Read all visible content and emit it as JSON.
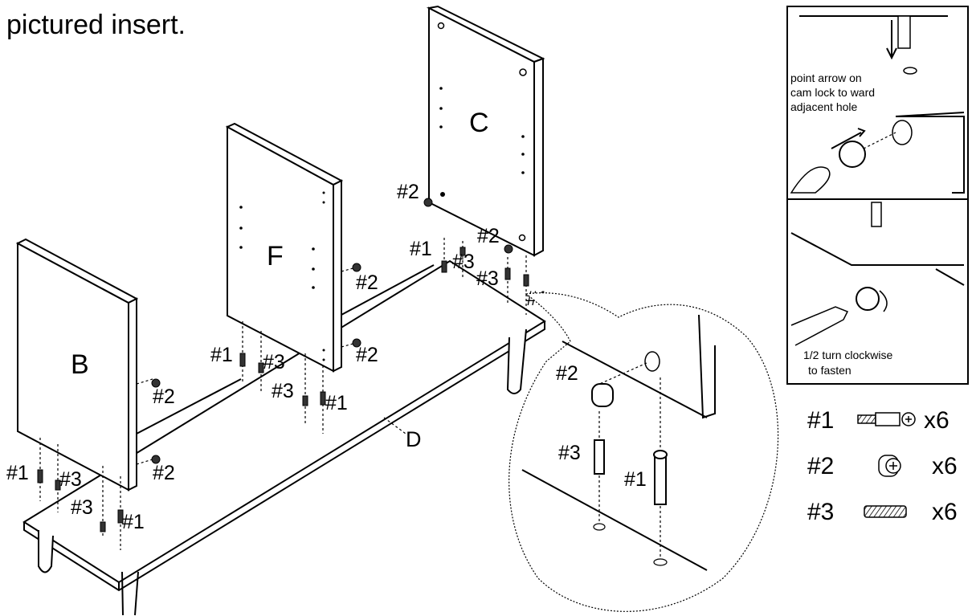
{
  "header": {
    "text": "pictured insert."
  },
  "panels": {
    "c": "C",
    "f": "F",
    "b": "B",
    "d": "D"
  },
  "callouts": {
    "p1": "#1",
    "p2": "#2",
    "p3": "#3"
  },
  "inset_top": {
    "text1": "point arrow on",
    "text2": "cam lock to ward",
    "text3": "adjacent hole"
  },
  "inset_bottom": {
    "text1": "1/2 turn clockwise",
    "text2": "to fasten"
  },
  "parts_list": [
    {
      "label": "#1",
      "qty": "x6",
      "icon": "cam-bolt-icon"
    },
    {
      "label": "#2",
      "qty": "x6",
      "icon": "cam-lock-icon"
    },
    {
      "label": "#3",
      "qty": "x6",
      "icon": "wood-dowel-icon"
    }
  ]
}
